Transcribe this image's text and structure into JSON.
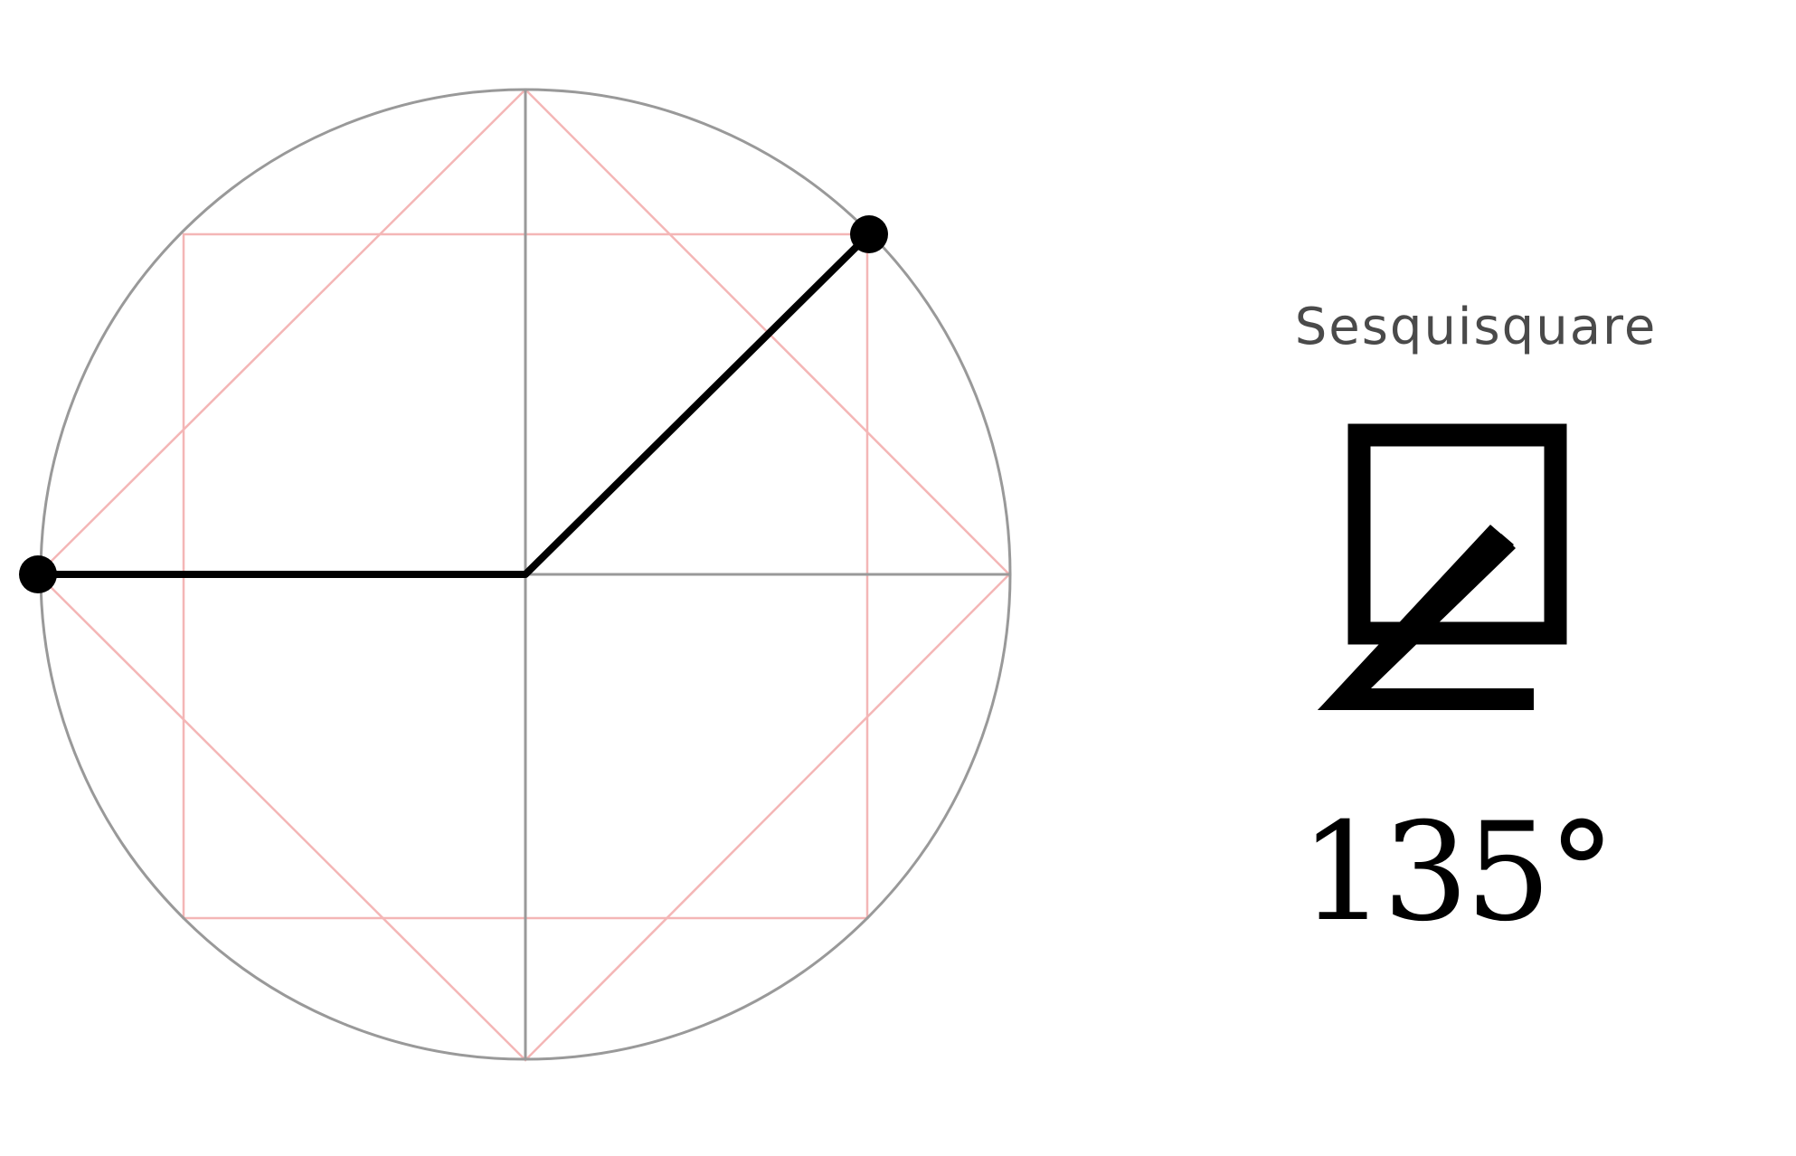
{
  "aspect": {
    "name": "Sesquisquare",
    "angle_degrees": 135,
    "angle_label": "135°",
    "glyph_icon": "sesquisquare-glyph-icon"
  },
  "colors": {
    "background": "#ffffff",
    "circle": "#999999",
    "axes": "#999999",
    "construction": "#f4b6b6",
    "angle_lines": "#000000",
    "label_text": "#4a4a4a",
    "glyph": "#000000"
  }
}
